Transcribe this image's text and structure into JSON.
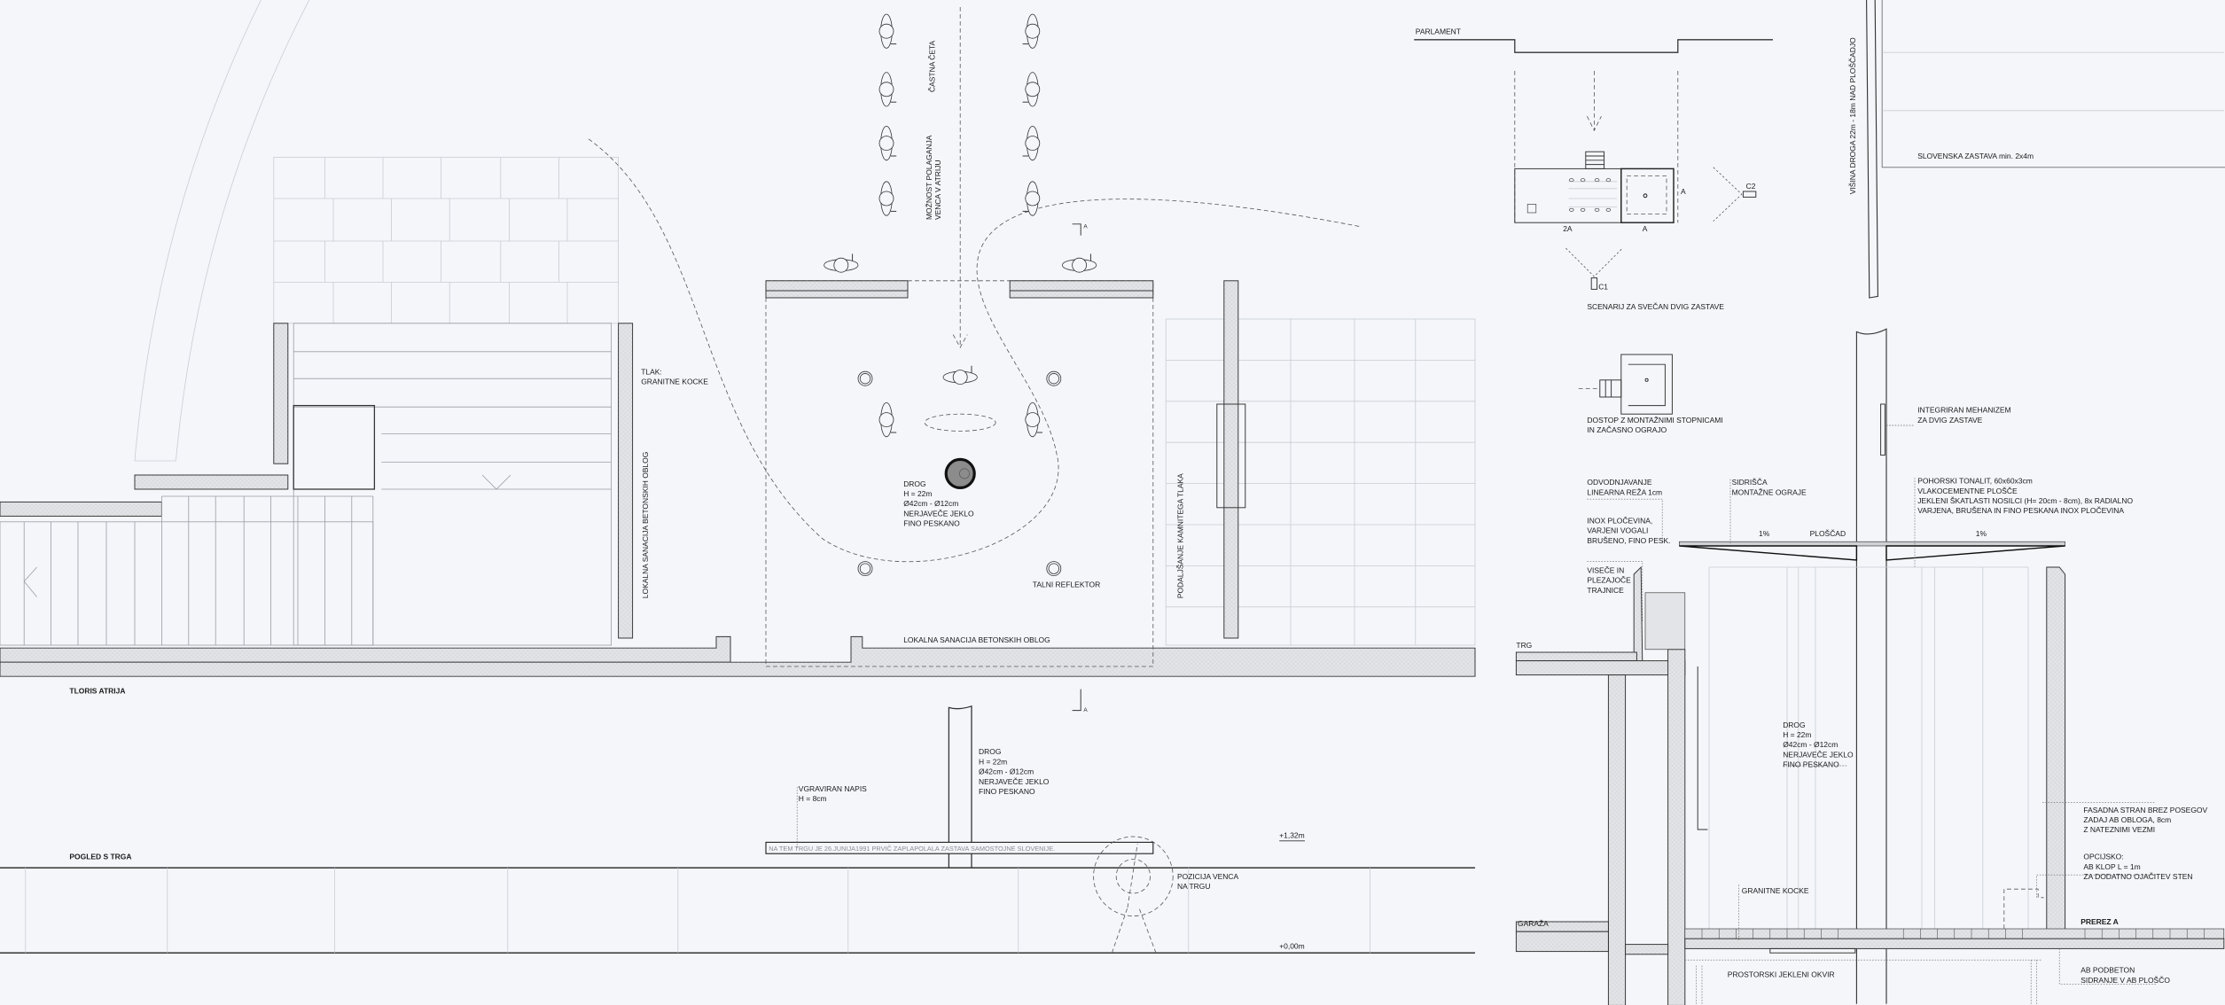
{
  "plan": {
    "title": "TLORIS ATRIJA",
    "tlak": [
      "TLAK:",
      "GRANITNE KOCKE"
    ],
    "sanacija_vertical": "LOKALNA SANACIJA BETONSKIH OBLOG",
    "sanacija_horizontal": "LOKALNA SANACIJA BETONSKIH OBLOG",
    "podaljsanje": "PODALJŠANJE KAMNITEGA TLAKA",
    "castna_ceta": "ČASTNA ČETA",
    "moznost": [
      "MOŽNOST POLAGANJA",
      "VENCA V ATRIJU"
    ],
    "drog": [
      "DROG",
      "H = 22m",
      "Ø42cm - Ø12cm",
      "NERJAVEČE JEKLO",
      "FINO PESKANO"
    ],
    "talni_reflektor": "TALNI REFLEKTOR",
    "section_marker_top": "A",
    "section_marker_bottom": "A"
  },
  "elevation": {
    "title": "POGLED S TRGA",
    "vgraviran": [
      "VGRAVIRAN NAPIS",
      "H = 8cm"
    ],
    "drog": [
      "DROG",
      "H = 22m",
      "Ø42cm - Ø12cm",
      "NERJAVEČE JEKLO",
      "FINO PESKANO"
    ],
    "inscription": "NA TEM TRGU JE 26.JUNIJA1991 PRVIČ ZAPLAPOLALA ZASTAVA SAMOSTOJNE SLOVENIJE.",
    "pozicija": [
      "POZICIJA VENCA",
      "NA TRGU"
    ],
    "level_top": "+1,32m",
    "level_bottom": "+0,00m"
  },
  "scenario": {
    "parlament": "PARLAMENT",
    "label_2a": "2A",
    "label_a_bottom": "A",
    "label_a_side": "A",
    "c1": "C1",
    "c2": "C2",
    "caption": "SCENARIJ ZA SVEČAN DVIG ZASTAVE",
    "dostop": [
      "DOSTOP Z MONTAŽNIMI STOPNICAMI",
      "IN ZAČASNO OGRAJO"
    ]
  },
  "flag": {
    "visina": "VIŠINA DROGA 22m - 18m NAD PLOŠČADJO",
    "zastava": "SLOVENSKA ZASTAVA min. 2x4m"
  },
  "section": {
    "mehanizem": [
      "INTEGRIRAN MEHANIZEM",
      "ZA DVIG ZASTAVE"
    ],
    "odvodnjavanje": [
      "ODVODNJAVANJE",
      "LINEARNA REŽA 1cm"
    ],
    "sidrisca": [
      "SIDRIŠČA",
      "MONTAŽNE OGRAJE"
    ],
    "pohorski": [
      "POHORSKI TONALIT, 60x60x3cm",
      "VLAKOCEMENTNE PLOŠČE",
      "JEKLENI ŠKATLASTI NOSILCI (H= 20cm - 8cm), 8x RADIALNO",
      "VARJENA, BRUŠENA IN FINO PESKANA INOX PLOČEVINA"
    ],
    "inox": [
      "INOX PLOČEVINA,",
      "VARJENI VOGALI",
      "BRUŠENO, FINO PESK."
    ],
    "slope_left": "1%",
    "ploscad": "PLOŠČAD",
    "slope_right": "1%",
    "trajnice": [
      "VISEČE IN",
      "PLEZAJOČE",
      "TRAJNICE"
    ],
    "trg": "TRG",
    "drog": [
      "DROG",
      "H = 22m",
      "Ø42cm - Ø12cm",
      "NERJAVEČE JEKLO",
      "FINO PESKANO"
    ],
    "granitne": "GRANITNE KOCKE",
    "garaza": "GARAŽA",
    "okvir": "PROSTORSKI JEKLENI OKVIR",
    "fasadna": [
      "FASADNA STRAN BREZ POSEGOV",
      "ZADAJ AB OBLOGA, 8cm",
      "Z NATEZNIMI VEZMI"
    ],
    "opcijsko": [
      "OPCIJSKO:",
      "AB KLOP L = 1m",
      "ZA DODATNO OJAČITEV STEN"
    ],
    "prerez": "PREREZ A",
    "podbeton": [
      "AB PODBETON",
      "SIDRANJE V AB PLOŠČO"
    ]
  }
}
